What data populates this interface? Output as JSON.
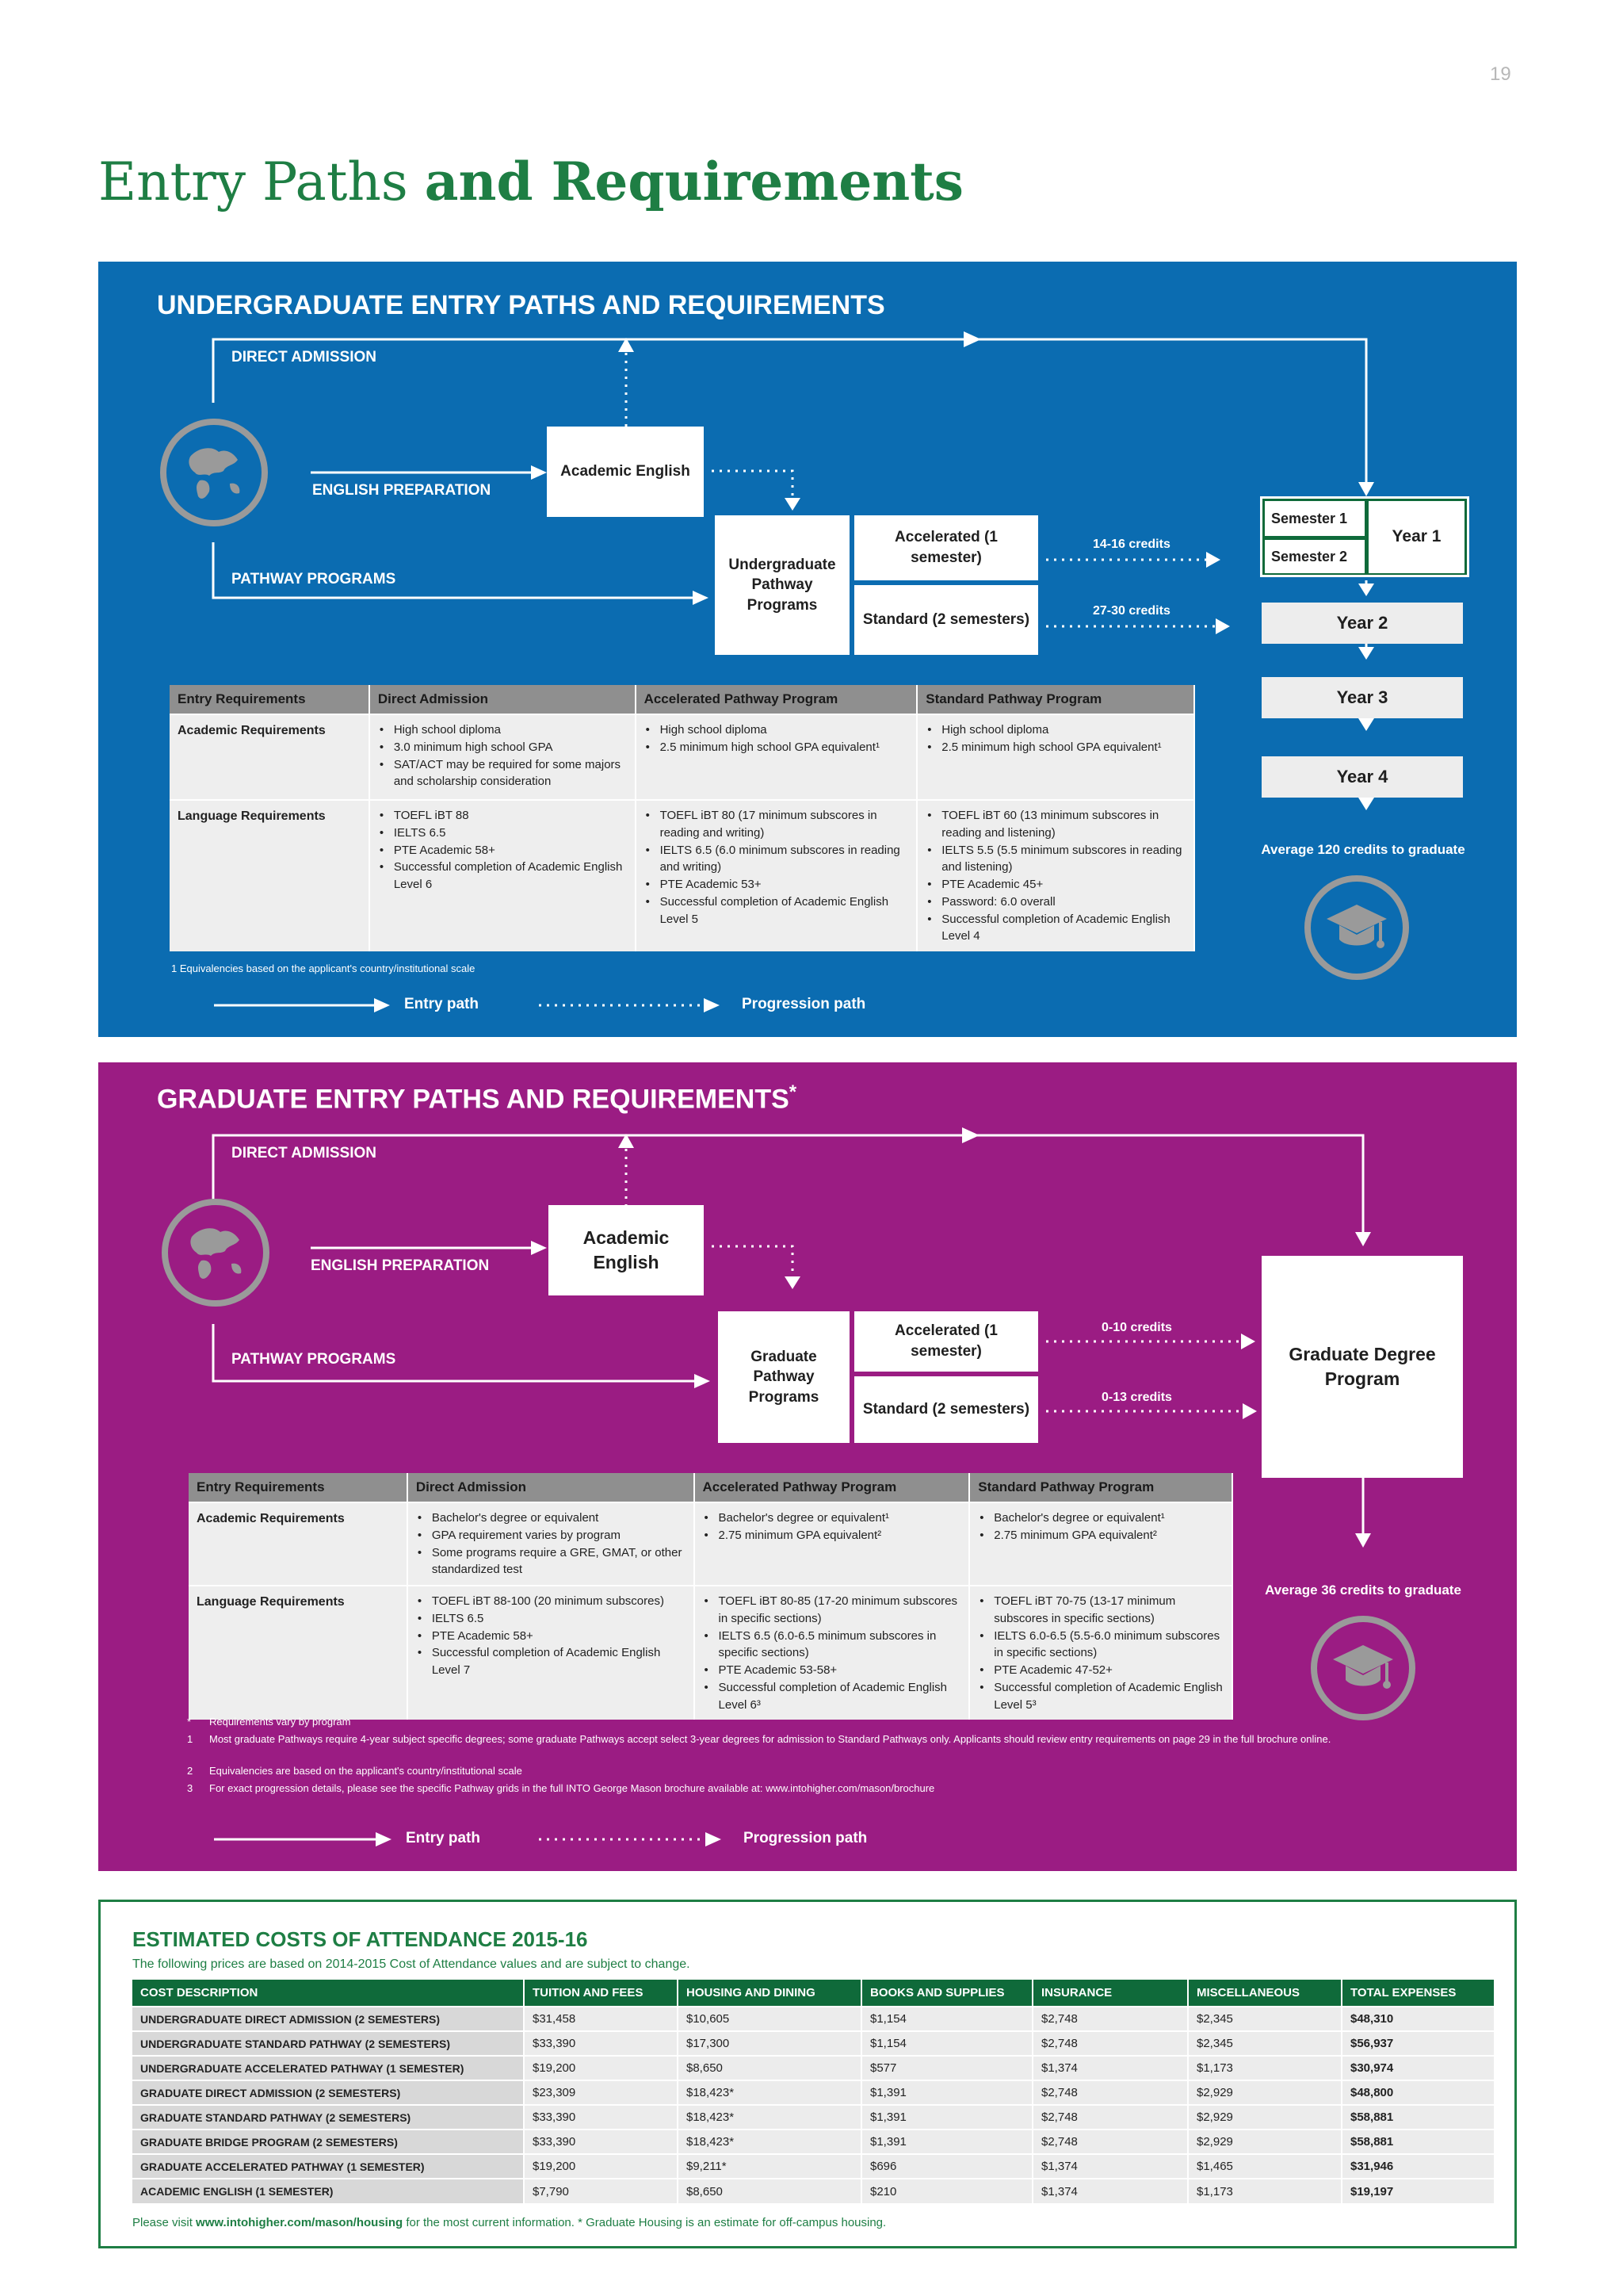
{
  "page_number": "19",
  "title": {
    "light": "Entry Paths ",
    "bold": "and Requirements"
  },
  "undergraduate": {
    "heading": "UNDERGRADUATE ENTRY PATHS AND REQUIREMENTS",
    "direct_admission": "DIRECT ADMISSION",
    "english_preparation": "ENGLISH PREPARATION",
    "pathway_programs": "PATHWAY PROGRAMS",
    "academic_english": "Academic English",
    "pathway_box": "Undergraduate Pathway Programs",
    "accelerated": "Accelerated (1 semester)",
    "standard": "Standard (2 semesters)",
    "accelerated_credits": "14-16 credits",
    "standard_credits": "27-30 credits",
    "semester1": "Semester 1",
    "semester2": "Semester 2",
    "year1": "Year 1",
    "year2": "Year 2",
    "year3": "Year 3",
    "year4": "Year 4",
    "average": "Average 120 credits to graduate",
    "table": {
      "headers": [
        "Entry Requirements",
        "Direct Admission",
        "Accelerated Pathway Program",
        "Standard Pathway Program"
      ],
      "rows": [
        {
          "label": "Academic Requirements",
          "direct": [
            "High school diploma",
            "3.0 minimum high school GPA",
            "SAT/ACT may be required for some majors and scholarship consideration"
          ],
          "accelerated": [
            "High school diploma",
            "2.5 minimum high school GPA equivalent¹"
          ],
          "standard": [
            "High school diploma",
            "2.5 minimum high school GPA equivalent¹"
          ]
        },
        {
          "label": "Language Requirements",
          "direct": [
            "TOEFL iBT 88",
            "IELTS 6.5",
            "PTE Academic 58+",
            "Successful completion of Academic English Level 6"
          ],
          "accelerated": [
            "TOEFL iBT 80 (17 minimum subscores in reading and writing)",
            "IELTS 6.5 (6.0 minimum subscores in reading and writing)",
            "PTE Academic 53+",
            "Successful completion of Academic English Level 5"
          ],
          "standard": [
            "TOEFL iBT 60 (13 minimum subscores in reading and listening)",
            "IELTS 5.5 (5.5 minimum subscores in reading and listening)",
            "PTE Academic 45+",
            "Password: 6.0 overall",
            "Successful completion of Academic English Level 4"
          ]
        }
      ]
    },
    "footnote": "1  Equivalencies based on the applicant's country/institutional scale",
    "legend_entry": "Entry path",
    "legend_progression": "Progression path"
  },
  "graduate": {
    "heading": "GRADUATE ENTRY PATHS AND REQUIREMENTS",
    "heading_mark": "*",
    "direct_admission": "DIRECT ADMISSION",
    "english_preparation": "ENGLISH PREPARATION",
    "pathway_programs": "PATHWAY PROGRAMS",
    "academic_english": "Academic English",
    "pathway_box": "Graduate Pathway Programs",
    "accelerated": "Accelerated (1 semester)",
    "standard": "Standard (2 semesters)",
    "accelerated_credits": "0-10 credits",
    "standard_credits": "0-13 credits",
    "degree_box": "Graduate Degree Program",
    "average": "Average 36 credits to graduate",
    "table": {
      "headers": [
        "Entry Requirements",
        "Direct Admission",
        "Accelerated Pathway Program",
        "Standard Pathway Program"
      ],
      "rows": [
        {
          "label": "Academic Requirements",
          "direct": [
            "Bachelor's degree or equivalent",
            "GPA requirement varies by program",
            "Some programs require a GRE, GMAT, or other standardized test"
          ],
          "accelerated": [
            "Bachelor's degree or equivalent¹",
            "2.75 minimum GPA equivalent²"
          ],
          "standard": [
            "Bachelor's degree or equivalent¹",
            "2.75 minimum GPA equivalent²"
          ]
        },
        {
          "label": "Language Requirements",
          "direct": [
            "TOEFL iBT 88-100 (20 minimum subscores)",
            "IELTS 6.5",
            "PTE Academic 58+",
            "Successful completion of Academic English Level 7"
          ],
          "accelerated": [
            "TOEFL iBT 80-85 (17-20 minimum subscores in specific sections)",
            "IELTS 6.5 (6.0-6.5 minimum subscores in specific sections)",
            "PTE Academic 53-58+",
            "Successful completion of Academic English Level 6³"
          ],
          "standard": [
            "TOEFL iBT 70-75 (13-17 minimum subscores in specific sections)",
            "IELTS 6.0-6.5 (5.5-6.0 minimum subscores in specific sections)",
            "PTE Academic 47-52+",
            "Successful completion of Academic English Level 5³"
          ]
        }
      ]
    },
    "footnotes": [
      {
        "mark": "*",
        "text": "Requirements vary by program"
      },
      {
        "mark": "1",
        "text": "Most graduate Pathways require 4-year subject specific degrees; some graduate Pathways accept select 3-year degrees for admission to Standard Pathways only. Applicants should review entry requirements on page 29 in the full brochure online."
      },
      {
        "mark": "2",
        "text": "Equivalencies are based on the applicant's country/institutional scale"
      },
      {
        "mark": "3",
        "text": "For exact progression details, please see the specific Pathway grids in the full INTO George Mason brochure available at: www.intohigher.com/mason/brochure"
      }
    ],
    "legend_entry": "Entry path",
    "legend_progression": "Progression path"
  },
  "costs": {
    "title": "ESTIMATED COSTS OF ATTENDANCE 2015-16",
    "subtitle": "The following prices are based on 2014-2015 Cost of Attendance values and are subject to change.",
    "headers": [
      "COST DESCRIPTION",
      "TUITION AND FEES",
      "HOUSING AND DINING",
      "BOOKS AND SUPPLIES",
      "INSURANCE",
      "MISCELLANEOUS",
      "TOTAL EXPENSES"
    ],
    "rows": [
      [
        "UNDERGRADUATE DIRECT ADMISSION (2 SEMESTERS)",
        "$31,458",
        "$10,605",
        "$1,154",
        "$2,748",
        "$2,345",
        "$48,310"
      ],
      [
        "UNDERGRADUATE STANDARD PATHWAY (2 SEMESTERS)",
        "$33,390",
        "$17,300",
        "$1,154",
        "$2,748",
        "$2,345",
        "$56,937"
      ],
      [
        "UNDERGRADUATE ACCELERATED PATHWAY (1 SEMESTER)",
        "$19,200",
        "$8,650",
        "$577",
        "$1,374",
        "$1,173",
        "$30,974"
      ],
      [
        "GRADUATE DIRECT ADMISSION (2 SEMESTERS)",
        "$23,309",
        "$18,423*",
        "$1,391",
        "$2,748",
        "$2,929",
        "$48,800"
      ],
      [
        "GRADUATE STANDARD PATHWAY (2 SEMESTERS)",
        "$33,390",
        "$18,423*",
        "$1,391",
        "$2,748",
        "$2,929",
        "$58,881"
      ],
      [
        "GRADUATE BRIDGE PROGRAM (2 SEMESTERS)",
        "$33,390",
        "$18,423*",
        "$1,391",
        "$2,748",
        "$2,929",
        "$58,881"
      ],
      [
        "GRADUATE ACCELERATED PATHWAY (1 SEMESTER)",
        "$19,200",
        "$9,211*",
        "$696",
        "$1,374",
        "$1,465",
        "$31,946"
      ],
      [
        "ACADEMIC ENGLISH (1 SEMESTER)",
        "$7,790",
        "$8,650",
        "$210",
        "$1,374",
        "$1,173",
        "$19,197"
      ]
    ],
    "note_prefix": "Please visit ",
    "note_link": "www.intohigher.com/mason/housing",
    "note_suffix": " for the most current information.  *  Graduate Housing is an estimate for off-campus housing."
  },
  "icons": [
    "globe-icon",
    "graduation-cap-icon"
  ],
  "colors": {
    "undergraduate": "#0b6cb1",
    "graduate": "#9b1c83",
    "brand_green": "#1e7e44",
    "table_header_green": "#0f6a3a"
  }
}
